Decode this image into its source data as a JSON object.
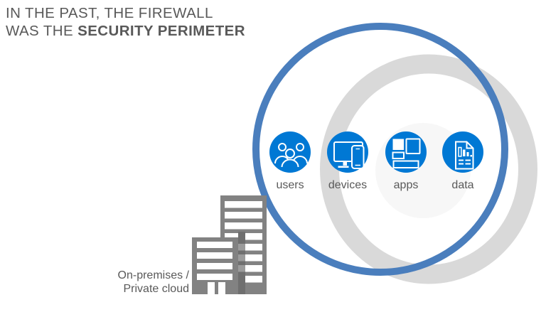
{
  "title": {
    "line1": "IN THE PAST, THE FIREWALL",
    "line2_regular": "WAS THE ",
    "line2_bold": "SECURITY PERIMETER"
  },
  "perimeter": {
    "items": [
      {
        "label": "users",
        "icon": "users-icon"
      },
      {
        "label": "devices",
        "icon": "devices-icon"
      },
      {
        "label": "apps",
        "icon": "apps-icon"
      },
      {
        "label": "data",
        "icon": "data-icon"
      }
    ]
  },
  "on_premises": {
    "line1": "On-premises /",
    "line2": "Private cloud"
  },
  "colors": {
    "perimeter_ring_blue": "#4a7ebd",
    "identity_ring_gray": "#d9d9d9",
    "halo_gray": "#f7f7f7",
    "icon_circle_blue": "#0078d4",
    "icon_glyph_white": "#ffffff",
    "building_gray": "#828282",
    "building_shadow_gray": "#6f6f6f",
    "building_shadow_window_gray": "#9b9b9b",
    "text_gray": "#595959"
  }
}
